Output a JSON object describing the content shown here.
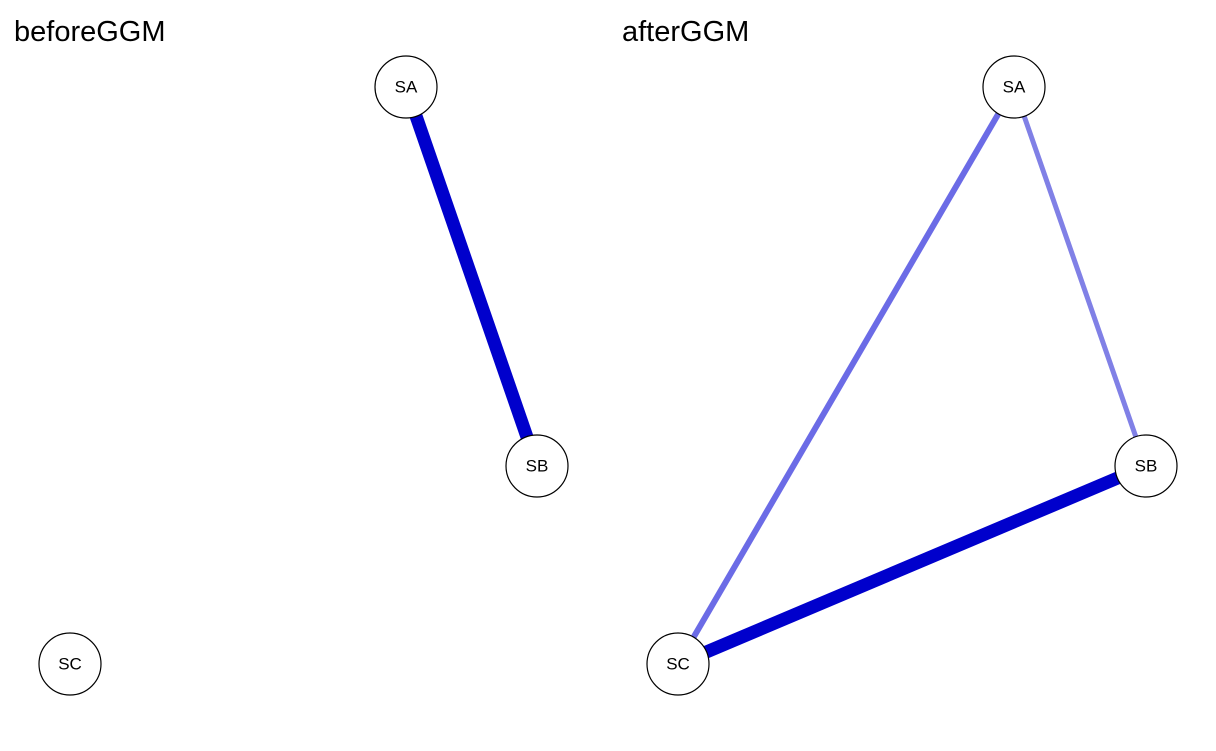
{
  "panels": [
    {
      "title": "beforeGGM",
      "nodes": [
        "SA",
        "SB",
        "SC"
      ],
      "edges": [
        {
          "from": "SA",
          "to": "SB",
          "color": "#0000cc",
          "strength": "strong"
        }
      ]
    },
    {
      "title": "afterGGM",
      "nodes": [
        "SA",
        "SB",
        "SC"
      ],
      "edges": [
        {
          "from": "SA",
          "to": "SC",
          "color": "#6b6be6",
          "strength": "medium"
        },
        {
          "from": "SA",
          "to": "SB",
          "color": "#8080e6",
          "strength": "weak"
        },
        {
          "from": "SB",
          "to": "SC",
          "color": "#0000cc",
          "strength": "strong"
        }
      ]
    }
  ]
}
